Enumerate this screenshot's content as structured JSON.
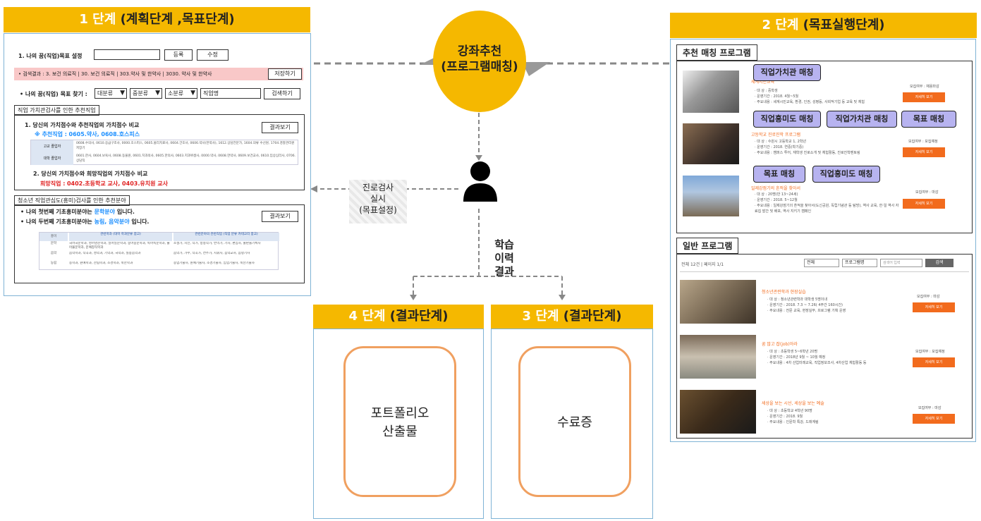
{
  "stage1": {
    "banner_num": "1 단계",
    "banner_label": " (계획단계 ,목표단계)",
    "goal_label": "1.  나의 꿈(직업)목표 설정",
    "register_btn": "등록",
    "edit_btn": "수정",
    "search_result_label": "• 검색결과 :   3. 보건 의료직   |   30. 보건 의료직   |   303.약사 및 한약사   |   3030. 약사 및 한약사",
    "save_btn": "저장하기",
    "find_label": "•  나의 꿈(직업) 목표 찾기 :",
    "select_large": "대분류",
    "select_mid": "중분류",
    "select_small": "소분류",
    "job_name_input": "직업명",
    "search_btn": "검색하기",
    "value_section_title": "직업 가치관검사를  인한 추천직업",
    "value_q1": "1. 당신의 가치점수와 추천직업의 가치점수 비교",
    "value_view_btn": "결과보기",
    "recommend_prefix": "※ 추천직업 :",
    "recommend_jobs": "0605.약사, 0608.호스피스",
    "table_row1_label": "고교 졸업자",
    "table_row1_text": "0608.수의사, 0610.응급구조사, 0000.호스피스, 0605.물리치료사, 0604.간호사, 0606.약사(한약사), 1612.상담전문가, 1604.의류 수선원, 1704.경찰관리원 저장기",
    "table_row2_label": "대학 졸업자",
    "table_row2_text": "0601.한사, 0604.보육사, 0608.동물원, 0601.치과의사, 0605.한의사, 0603.치과위생사, 0000.약사, 0608.한약사, 0609.보건교사, 0610.임상심리사, 0706.상담직",
    "value_q2": "2. 당신의 가치점수와 희망직업의 가치점수 비교",
    "hope_prefix": "희망직업 :",
    "hope_jobs": "0402.초등학교 교사, 0403.유치원 교사",
    "interest_section_title": "청소년 직업관심도(흥미)검사를  인한 추천분야",
    "interest_view_btn": "결과보기",
    "interest_line1_a": "• 나의 첫번째 기초흥미분야는 ",
    "interest_line1_b": "문학분야",
    "interest_line1_c": " 입니다.",
    "interest_line2_a": "• 나의 두번째 기초흥미분야는 ",
    "interest_line2_b": "농림, 음악분야",
    "interest_line2_c": " 입니다.",
    "itable_h1": "흥미",
    "itable_h2": "관련학과 (대학 학과분류 참고)",
    "itable_h3": "관련분야의 관련직업 (직업 분류 카테고리 참고)",
    "itable_r1_c1": "문학",
    "itable_r1_c2": "국어국문학과, 영어영문학과, 일어일문학과, 중어중문학과, 독어독문학과, 불어불문학과, 문예창작학과",
    "itable_r1_c3": "소설가, 시인, 작가, 방송작가, 번역가, 기자, 편집자, 출판물기획자",
    "itable_r2_c1": "음악",
    "itable_r2_c2": "음악학과, 작곡과, 성악과, 기악과, 국악과, 실용음악과",
    "itable_r2_c3": "음악가, 가수, 작곡가, 연주가, 지휘자, 음악교사, 음향기사",
    "itable_r3_c1": "농림",
    "itable_r3_c2": "농학과, 원예학과, 산림학과, 조경학과, 축산학과",
    "itable_r3_c3": "농업기술자, 원예기술자, 조경기술자, 임업기술자, 축산기술자"
  },
  "center": {
    "circle_line1": "강좌추천",
    "circle_line2": "(프로그램매칭)",
    "test_note_line1": "진로검사",
    "test_note_line2": "실시",
    "test_note_line3": "(목표설정)",
    "history_line1": "학습",
    "history_line2": "이력",
    "history_line3": "결과"
  },
  "stage2": {
    "banner_num": "2  단계",
    "banner_label": " (목표실행단계)",
    "match_title": "추천 매칭 프로그램",
    "general_title": "일반 프로그램",
    "tag_value_match": "직업가치관 매칭",
    "tag_interest_match": "직업흥미도 매칭",
    "tag_value_match2": "직업가치관  매칭",
    "tag_goal_match": "목표 매칭",
    "tag_goal_match2": "목표 매칭",
    "tag_interest_match2": "직업흥미도 매칭",
    "m1_title": "세계시민교육",
    "m1_desc": "· 대    상 : 중학생\n· 운영기간 : 2018. 4월~5월\n· 주요내용 : 세계시민교육, 환경, 인권, 성평등, 사회적기업 등 교육 및 체험",
    "m1_status": "모집여부 : 채용마감",
    "m2_title": "고등학교 진로진학 프로그램",
    "m2_desc": "· 대    상 : 수원시 고등학교 1, 2학년\n· 운영기간 : 2018. 연중(학기중)\n· 주요내용 : 캠퍼스 투어, 재학생 진로소개 및 체험활동, 진로진학멘토링",
    "m2_status": "모집여부 : 모집예정",
    "m3_title": "일제강점기의 흔적을 찾아서",
    "m3_desc": "· 대    상 : 20명(만 13~24세)\n· 운영기간 : 2018. 5~12월\n· 주요내용 : 일제강점기의 흔적을 찾아서(도신공원, 독립기념관 등 탐방), 역사 교육, 한·일 역사 자료집 발간 및 배포, 역사 지키기 캠페인",
    "m3_status": "모집여부 : 마감",
    "detail_btn": "자세히 보기",
    "list_count": "전체 12건 | 페이지 1/1",
    "filter_all": "전체",
    "filter_program": "프로그램명",
    "filter_input": "검색어 입력",
    "filter_search": "검색",
    "g1_title": "청소년관련학과 현장실습",
    "g1_desc": "· 대    상 : 청소년관련학과 대학생 5명이내\n· 운영기간 : 2018. 7.3 ~ 7.26( 4주간 160시간)\n· 주요내용 : 전문 교육, 현장실무, 프로그램 기획 운영",
    "g1_status": "모집여부 : 마감",
    "g2_title": "꿈 많고 잡(job)아라",
    "g2_desc": "· 대    상 : 초등학생 5~6학년 20명\n· 운영기간 : 2018년 9월 ~ 10월 예정\n· 주요내용 : 4차 산업미래교육, 직업정보조사, 4차산업 체험활동 등",
    "g2_status": "모집여부 : 모집예정",
    "g3_title": "세상을 보는 시선, 세상을 보는 예술",
    "g3_desc": "· 대    상 : 초등학교 4학년 90명\n· 운영기간 : 2018. 9월\n· 주요내용 : 인문학 특강, 드래계림",
    "g3_status": "모집여부 : 마감"
  },
  "stage4": {
    "banner_num": "4 단계",
    "banner_label": " (결과단계)",
    "box_line1": "포트폴리오",
    "box_line2": "산출물"
  },
  "stage3": {
    "banner_num": "3 단계",
    "banner_label": " (결과단계)",
    "box_text": "수료증"
  },
  "colors": {
    "banner": "#f5b800",
    "circle": "#f5b800",
    "tag": "#b7b3f0",
    "orange": "#f26b1d",
    "result_border": "#f0a060",
    "panel_border": "#7fb3d5"
  }
}
